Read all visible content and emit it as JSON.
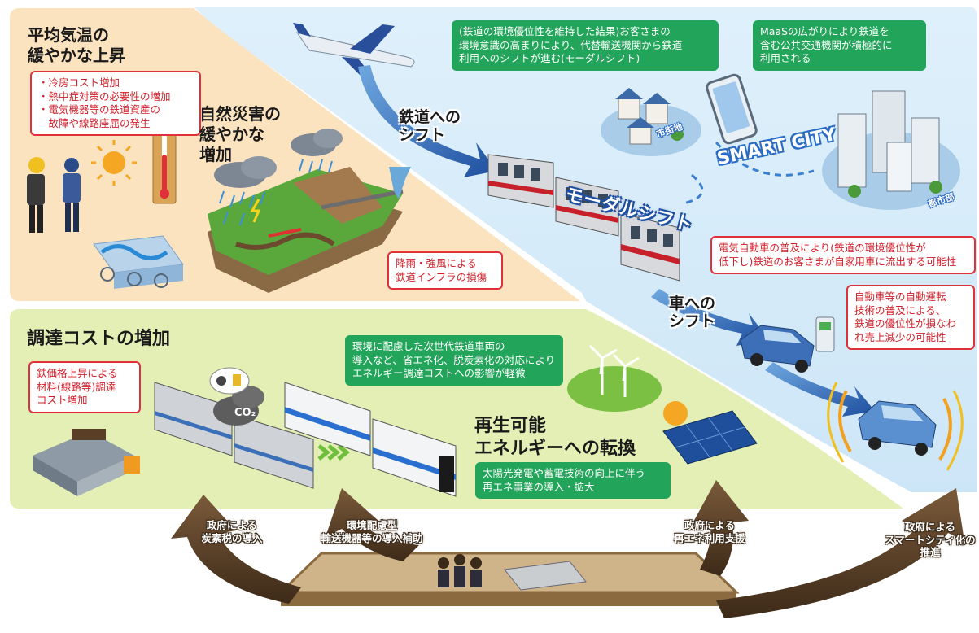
{
  "heat": {
    "title": "平均気温の\n緩やかな上昇",
    "bubble": "・冷房コスト増加\n・熱中症対策の必要性の増加\n・電気機器等の鉄道資産の\n　故障や線路座屈の発生"
  },
  "disaster": {
    "title": "自然災害の\n緩やかな\n増加",
    "bubble": "降雨・強風による\n鉄道インフラの損傷"
  },
  "procurement": {
    "title": "調達コストの増加",
    "bubble": "鉄価格上昇による\n材料(線路等)調達\nコスト増加",
    "co2": "CO₂"
  },
  "renewable": {
    "title": "再生可能\nエネルギーへの転換",
    "bubble": "太陽光発電や蓄電技術の向上に伴う\n再エネ事業の導入・拡大",
    "nextgen_bubble": "環境に配慮した次世代鉄道車両の\n導入など、省エネ化、脱炭素化の対応により\nエネルギー調達コストへの影響が軽微"
  },
  "shift": {
    "to_rail": "鉄道への\nシフト",
    "modal": "モーダルシフト",
    "to_car": "車への\nシフト",
    "modal_bubble": "(鉄道の環境優位性を維持した結果)お客さまの\n環境意識の高まりにより、代替輸送機関から鉄道\n利用へのシフトが進む(モーダルシフト)",
    "maas_bubble": "MaaSの広がりにより鉄道を\n含む公共交通機関が積極的に\n利用される",
    "ev_bubble": "電気自動車の普及により(鉄道の環境優位性が\n低下し)鉄道のお客さまが自家用車に流出する可能性",
    "auto_bubble": "自動車等の自動運転\n技術の普及による、\n鉄道の優位性が損なわ\nれ売上減少の可能性"
  },
  "city": {
    "smart": "SMART\nCITY",
    "town": "市街地",
    "urban": "都市部"
  },
  "policy": {
    "carbon_tax": "政府による\n炭素税の導入",
    "eco_transport": "環境配慮型\n輸送機器等の導入補助",
    "renewable_support": "政府による\n再エネ利用支援",
    "smart_city": "政府による\nスマートシティ化の\n推進"
  },
  "colors": {
    "heat_bg": "#fbe3bf",
    "procure_bg": "#e4efb5",
    "shift_bg": "#d7ecf9",
    "bubble_red": "#e0303a",
    "bubble_green": "#22a55a",
    "arrow_brown": "#5a3f27",
    "platform": "#cfb489",
    "shift_arrow": "#1e4fa0"
  }
}
